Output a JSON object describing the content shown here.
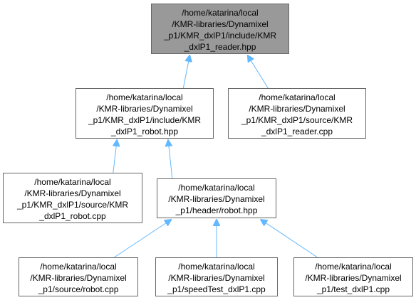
{
  "colors": {
    "edge": "#63b8ff",
    "node_border": "#666666",
    "node_fill": "#ffffff",
    "highlight_fill": "#999999"
  },
  "nodes": [
    {
      "id": "n0",
      "highlight": true,
      "lines": [
        "/home/katarina/local",
        "/KMR-libraries/Dynamixel",
        "_p1/KMR_dxlP1/include/KMR",
        "_dxlP1_reader.hpp"
      ]
    },
    {
      "id": "n1",
      "lines": [
        "/home/katarina/local",
        "/KMR-libraries/Dynamixel",
        "_p1/KMR_dxlP1/include/KMR",
        "_dxlP1_robot.hpp"
      ]
    },
    {
      "id": "n2",
      "lines": [
        "/home/katarina/local",
        "/KMR-libraries/Dynamixel",
        "_p1/KMR_dxlP1/source/KMR",
        "_dxlP1_reader.cpp"
      ]
    },
    {
      "id": "n3",
      "lines": [
        "/home/katarina/local",
        "/KMR-libraries/Dynamixel",
        "_p1/KMR_dxlP1/source/KMR",
        "_dxlP1_robot.cpp"
      ]
    },
    {
      "id": "n4",
      "lines": [
        "/home/katarina/local",
        "/KMR-libraries/Dynamixel",
        "_p1/header/robot.hpp"
      ]
    },
    {
      "id": "n5",
      "lines": [
        "/home/katarina/local",
        "/KMR-libraries/Dynamixel",
        "_p1/source/robot.cpp"
      ]
    },
    {
      "id": "n6",
      "lines": [
        "/home/katarina/local",
        "/KMR-libraries/Dynamixel",
        "_p1/speedTest_dxlP1.cpp"
      ]
    },
    {
      "id": "n7",
      "lines": [
        "/home/katarina/local",
        "/KMR-libraries/Dynamixel",
        "_p1/test_dxlP1.cpp"
      ]
    }
  ],
  "edges": [
    {
      "from": "n1",
      "to": "n0"
    },
    {
      "from": "n2",
      "to": "n0"
    },
    {
      "from": "n3",
      "to": "n1"
    },
    {
      "from": "n4",
      "to": "n1"
    },
    {
      "from": "n5",
      "to": "n4"
    },
    {
      "from": "n6",
      "to": "n4"
    },
    {
      "from": "n7",
      "to": "n4"
    }
  ]
}
